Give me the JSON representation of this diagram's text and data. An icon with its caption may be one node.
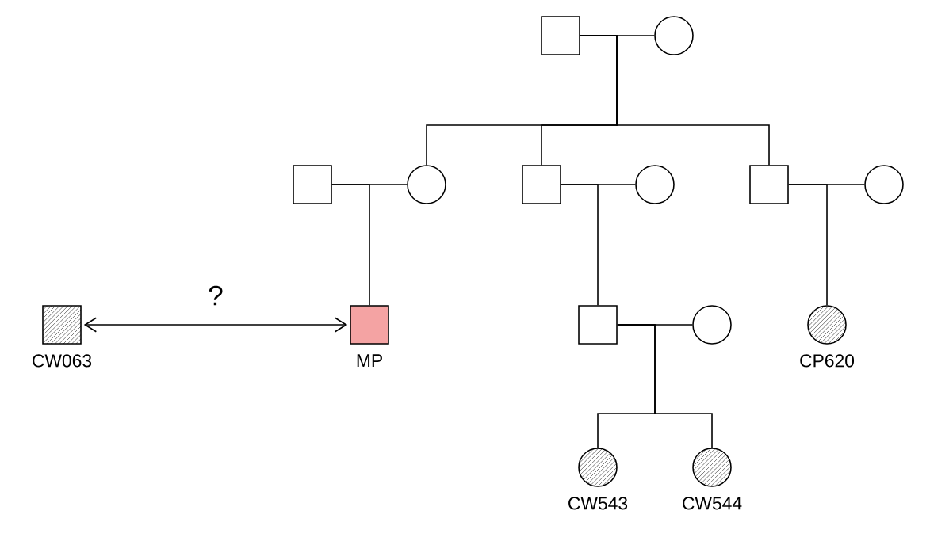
{
  "diagram": {
    "nodes": [
      {
        "text": [],
        "shape": "box"
      },
      {
        "text": [],
        "shape": "circle"
      },
      {
        "text": [],
        "shape": "box"
      },
      {
        "text": [],
        "shape": "circle"
      },
      {
        "text": [],
        "shape": "box"
      },
      {
        "text": [],
        "shape": "circle"
      },
      {
        "text": [],
        "shape": "box"
      },
      {
        "text": [],
        "shape": "circle"
      },
      {
        "text": [
          "CW063"
        ]
      },
      {
        "text": [
          "MP"
        ]
      },
      {
        "text": [],
        "shape": "box"
      },
      {
        "text": [],
        "shape": "circle"
      },
      {
        "text": [
          "CP620"
        ]
      },
      {
        "text": [
          "CW543"
        ]
      },
      {
        "text": [
          "CW544"
        ]
      }
    ],
    "edges": [
      {
        "from": 0,
        "to": 1,
        "arrow": "none"
      },
      {
        "from": 0,
        "to": 3,
        "arrow": "none"
      },
      {
        "from": 0,
        "to": 4,
        "arrow": "none"
      },
      {
        "from": 0,
        "to": 6,
        "arrow": "none"
      },
      {
        "from": 2,
        "to": 3,
        "arrow": "none"
      },
      {
        "from": 4,
        "to": 5,
        "arrow": "none"
      },
      {
        "from": 6,
        "to": 7,
        "arrow": "none"
      },
      {
        "from": 2,
        "to": 9,
        "arrow": "none"
      },
      {
        "from": 4,
        "to": 10,
        "arrow": "none"
      },
      {
        "from": 6,
        "to": 12,
        "arrow": "none"
      },
      {
        "from": 10,
        "to": 11,
        "arrow": "none"
      },
      {
        "from": 10,
        "to": 13,
        "arrow": "none"
      },
      {
        "from": 10,
        "to": 14,
        "arrow": "none"
      },
      {
        "from": 8,
        "to": 9,
        "arrow": "both",
        "label": "?"
      }
    ]
  }
}
